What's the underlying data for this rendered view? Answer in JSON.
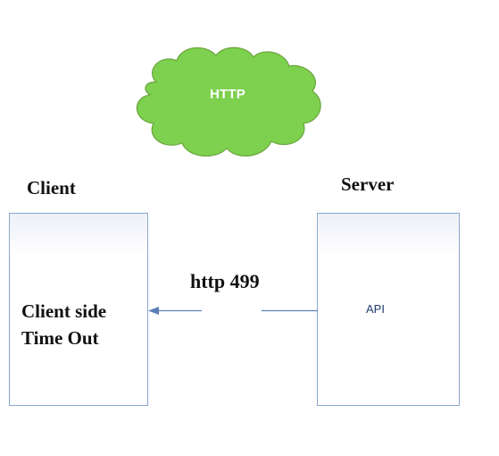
{
  "cloud": {
    "label": "HTTP",
    "fill_color": "#7ed04f",
    "stroke_color": "#6aa53f"
  },
  "client": {
    "title": "Client",
    "line1": "Client side",
    "line2": "Time Out"
  },
  "server": {
    "title": "Server",
    "api_label": "API"
  },
  "connection": {
    "label": "http 499",
    "arrow_color": "#5b7fb5",
    "direction": "server-to-client"
  },
  "colors": {
    "box_border": "#8aa8cf"
  }
}
